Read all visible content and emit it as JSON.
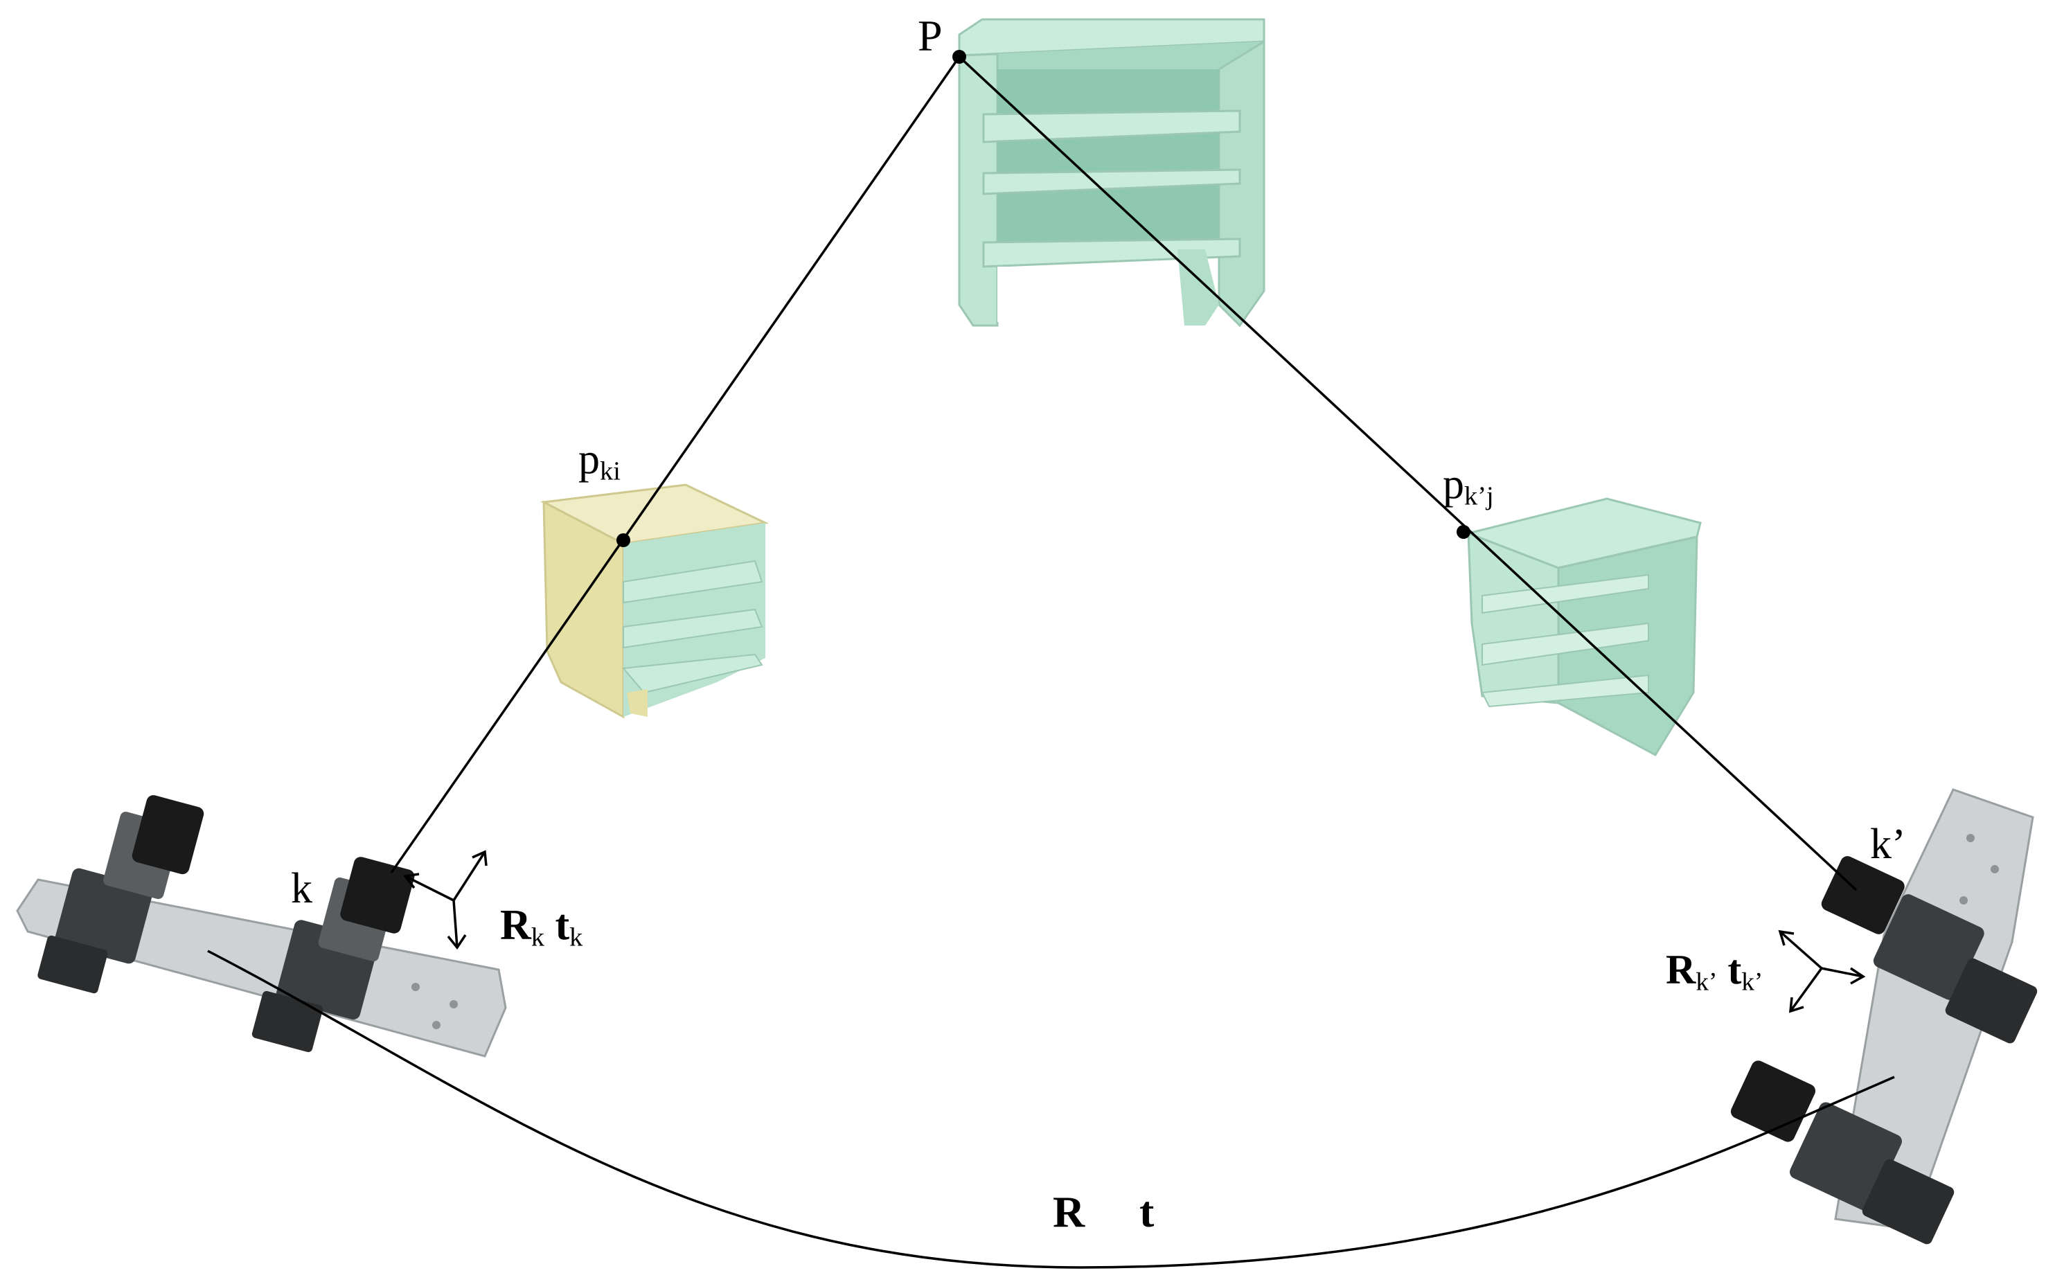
{
  "labels": {
    "P": "P",
    "p_main": "p",
    "p_ki_sub": "ki",
    "p_kj_sub": "k’j",
    "k": "k",
    "k_prime": "k’",
    "R": "R",
    "t": "t",
    "Rk_sub": "k",
    "tk_sub": "k",
    "Rkp_sub": "k’",
    "tkp_sub": "k’"
  },
  "colors": {
    "line": "#000000",
    "cabinet_green_face": "#b8e3cf",
    "cabinet_green_dark": "#8fc8b0",
    "cabinet_wood_face": "#e9e6b4",
    "cabinet_wood_dark": "#cfc98f",
    "plate": "#cfd2d4",
    "camera_body": "#3b3e40",
    "lens": "#1a1a1a"
  }
}
